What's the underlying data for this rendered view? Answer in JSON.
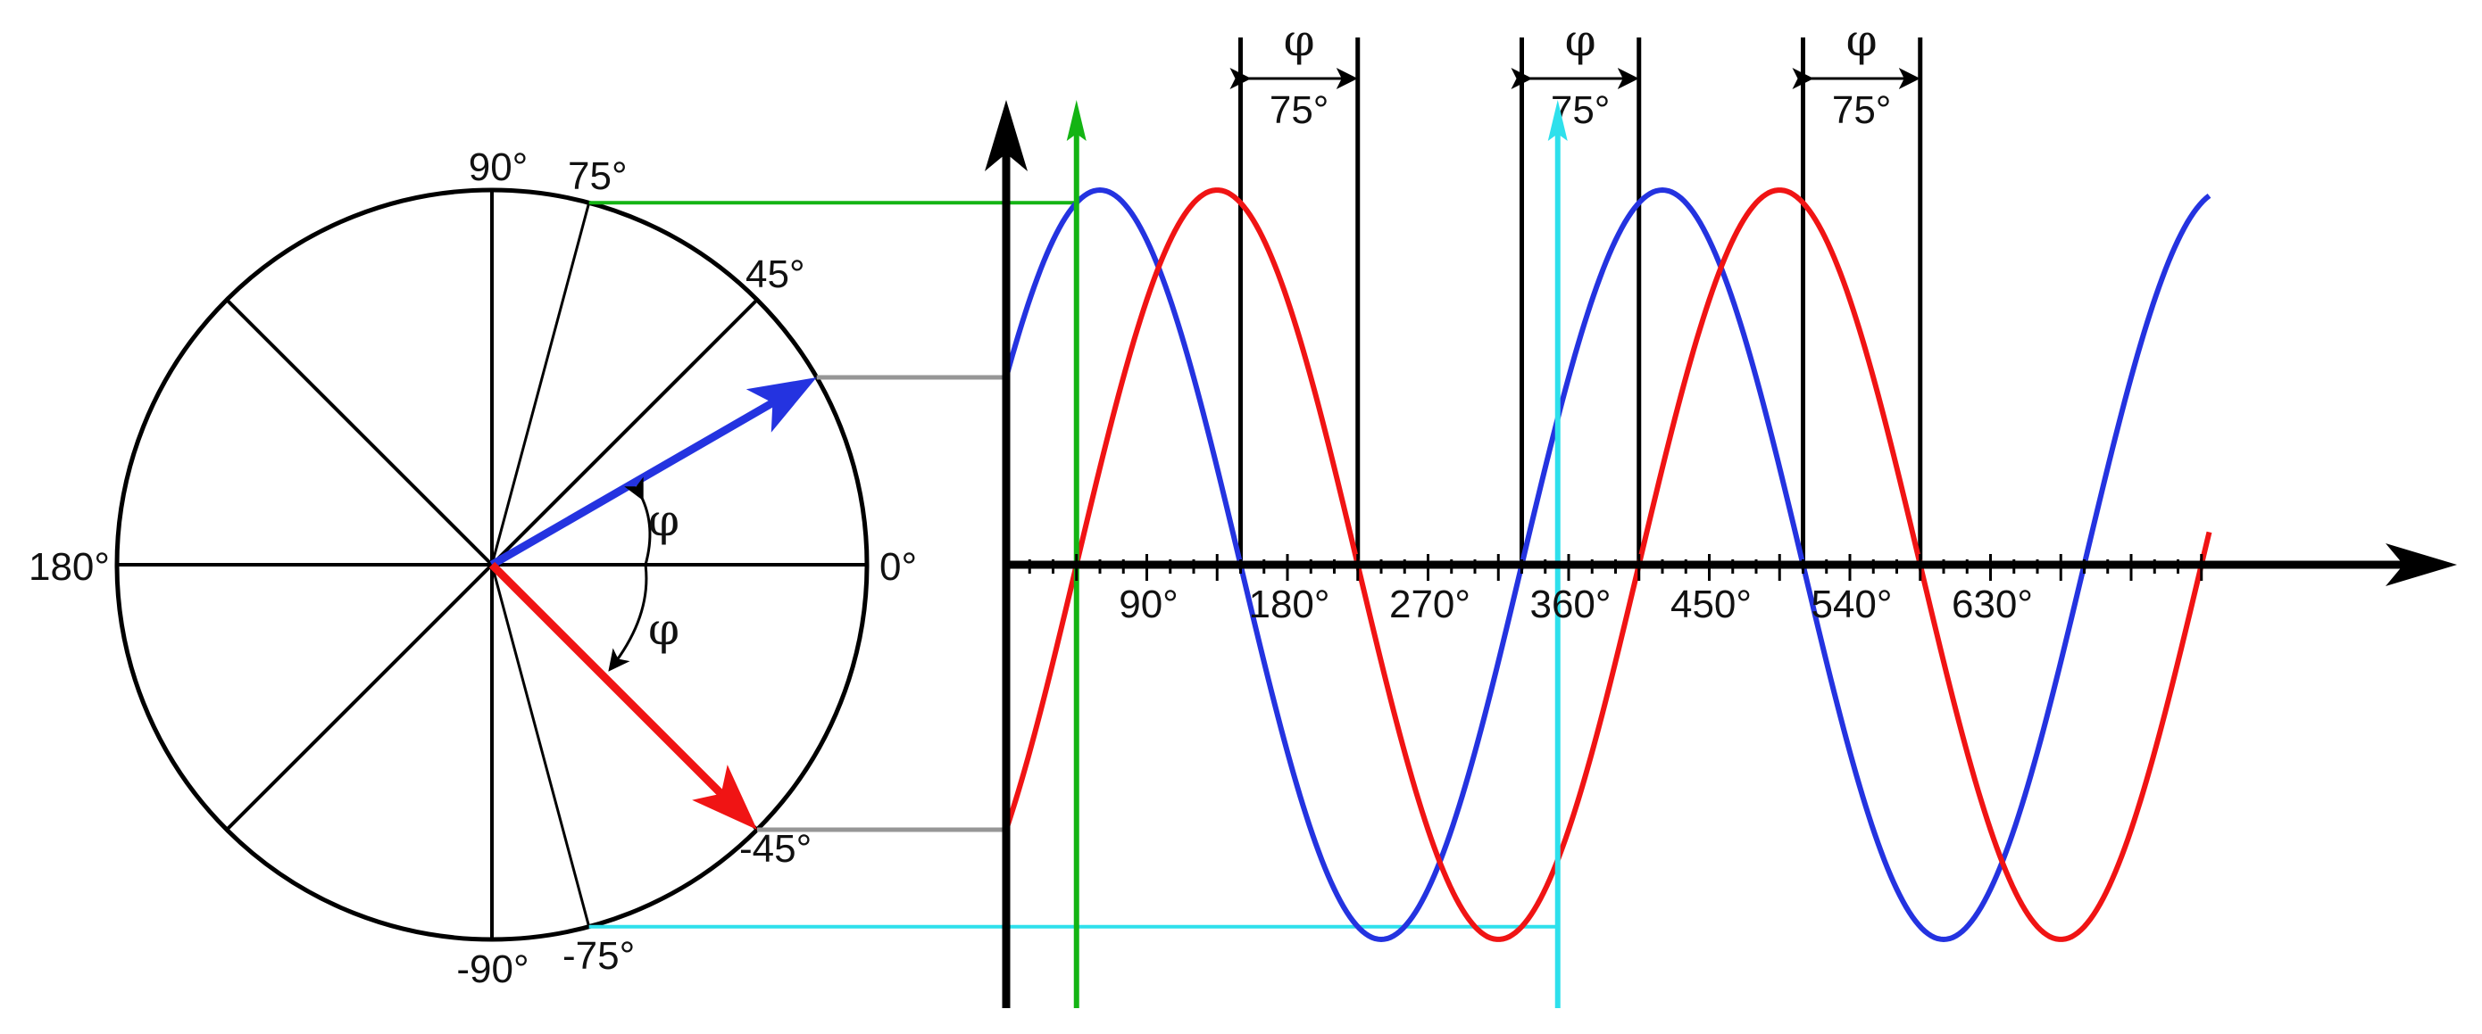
{
  "colors": {
    "axis": "#000000",
    "blue": "#2433e0",
    "red": "#f01414",
    "green": "#14b414",
    "cyan": "#2ee0ec",
    "gray": "#969696"
  },
  "circle": {
    "angle_labels": [
      {
        "deg": 0,
        "text": "0°"
      },
      {
        "deg": 45,
        "text": "45°"
      },
      {
        "deg": 75,
        "text": "75°"
      },
      {
        "deg": 90,
        "text": "90°"
      },
      {
        "deg": 180,
        "text": "180°"
      },
      {
        "deg": -45,
        "text": "-45°"
      },
      {
        "deg": -75,
        "text": "-75°"
      },
      {
        "deg": -90,
        "text": "-90°"
      }
    ],
    "spokes_deg": [
      0,
      45,
      75,
      90,
      135,
      180,
      225,
      270,
      285,
      315
    ],
    "blue_vector_deg": 30,
    "red_vector_deg": -45,
    "phi_symbol": "φ"
  },
  "chart_data": {
    "type": "line",
    "x_range_deg": [
      0,
      770
    ],
    "x_tick_labels": [
      {
        "deg": 90,
        "text": "90°"
      },
      {
        "deg": 180,
        "text": "180°"
      },
      {
        "deg": 270,
        "text": "270°"
      },
      {
        "deg": 360,
        "text": "360°"
      },
      {
        "deg": 450,
        "text": "450°"
      },
      {
        "deg": 540,
        "text": "540°"
      },
      {
        "deg": 630,
        "text": "630°"
      }
    ],
    "series": [
      {
        "color": "blue",
        "function": "sin",
        "phase_deg": 30,
        "x_start_deg": 0,
        "x_end_deg": 770
      },
      {
        "color": "red",
        "function": "sin",
        "phase_deg": -45,
        "x_start_deg": 0,
        "x_end_deg": 770
      }
    ],
    "phase_difference_deg": 75,
    "phase_markers": [
      {
        "from_deg": 150,
        "to_deg": 225
      },
      {
        "from_deg": 330,
        "to_deg": 405
      },
      {
        "from_deg": 510,
        "to_deg": 585
      }
    ],
    "phase_label": "φ",
    "phase_value_text": "75°",
    "green_marker_deg": 45,
    "cyan_marker_deg": 353
  }
}
